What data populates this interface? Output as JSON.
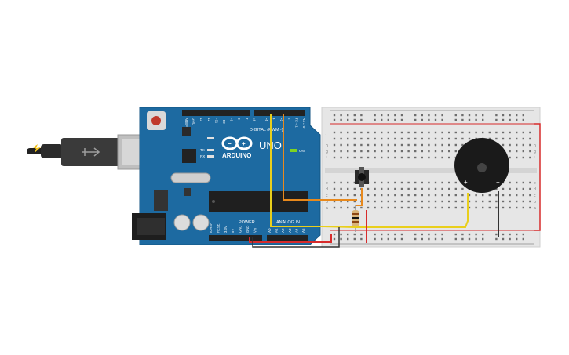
{
  "board": {
    "logo_text": "ARDUINO",
    "model_text": "UNO",
    "digital_label": "DIGITAL (PWM~)",
    "power_label": "POWER",
    "analog_label": "ANALOG IN",
    "on_label": "ON",
    "led_l": "L",
    "led_tx": "TX",
    "led_rx": "RX",
    "digital_pins": [
      "AREF",
      "GND",
      "13",
      "12",
      "~11",
      "~10",
      "~9",
      "8",
      "7",
      "~6",
      "~5",
      "4",
      "~3",
      "2",
      "TX→1",
      "RX←0"
    ],
    "power_pins": [
      "IOREF",
      "RESET",
      "3.3V",
      "5V",
      "GND",
      "GND",
      "Vin"
    ],
    "analog_pins": [
      "A0",
      "A1",
      "A2",
      "A3",
      "A4",
      "A5"
    ]
  },
  "breadboard": {
    "row_letters_top": [
      "j",
      "i",
      "h",
      "g",
      "f"
    ],
    "row_letters_bottom": [
      "e",
      "d",
      "c",
      "b",
      "a"
    ],
    "column_count": 30
  },
  "buzzer": {
    "plus_label": "+",
    "minus_label": "−"
  },
  "colors": {
    "board_blue": "#1d6aa1",
    "wire_orange": "#e8891c",
    "wire_yellow": "#e9cf1c",
    "wire_red": "#d72b2b",
    "wire_black": "#333333",
    "rail_red": "#d72b2b"
  }
}
